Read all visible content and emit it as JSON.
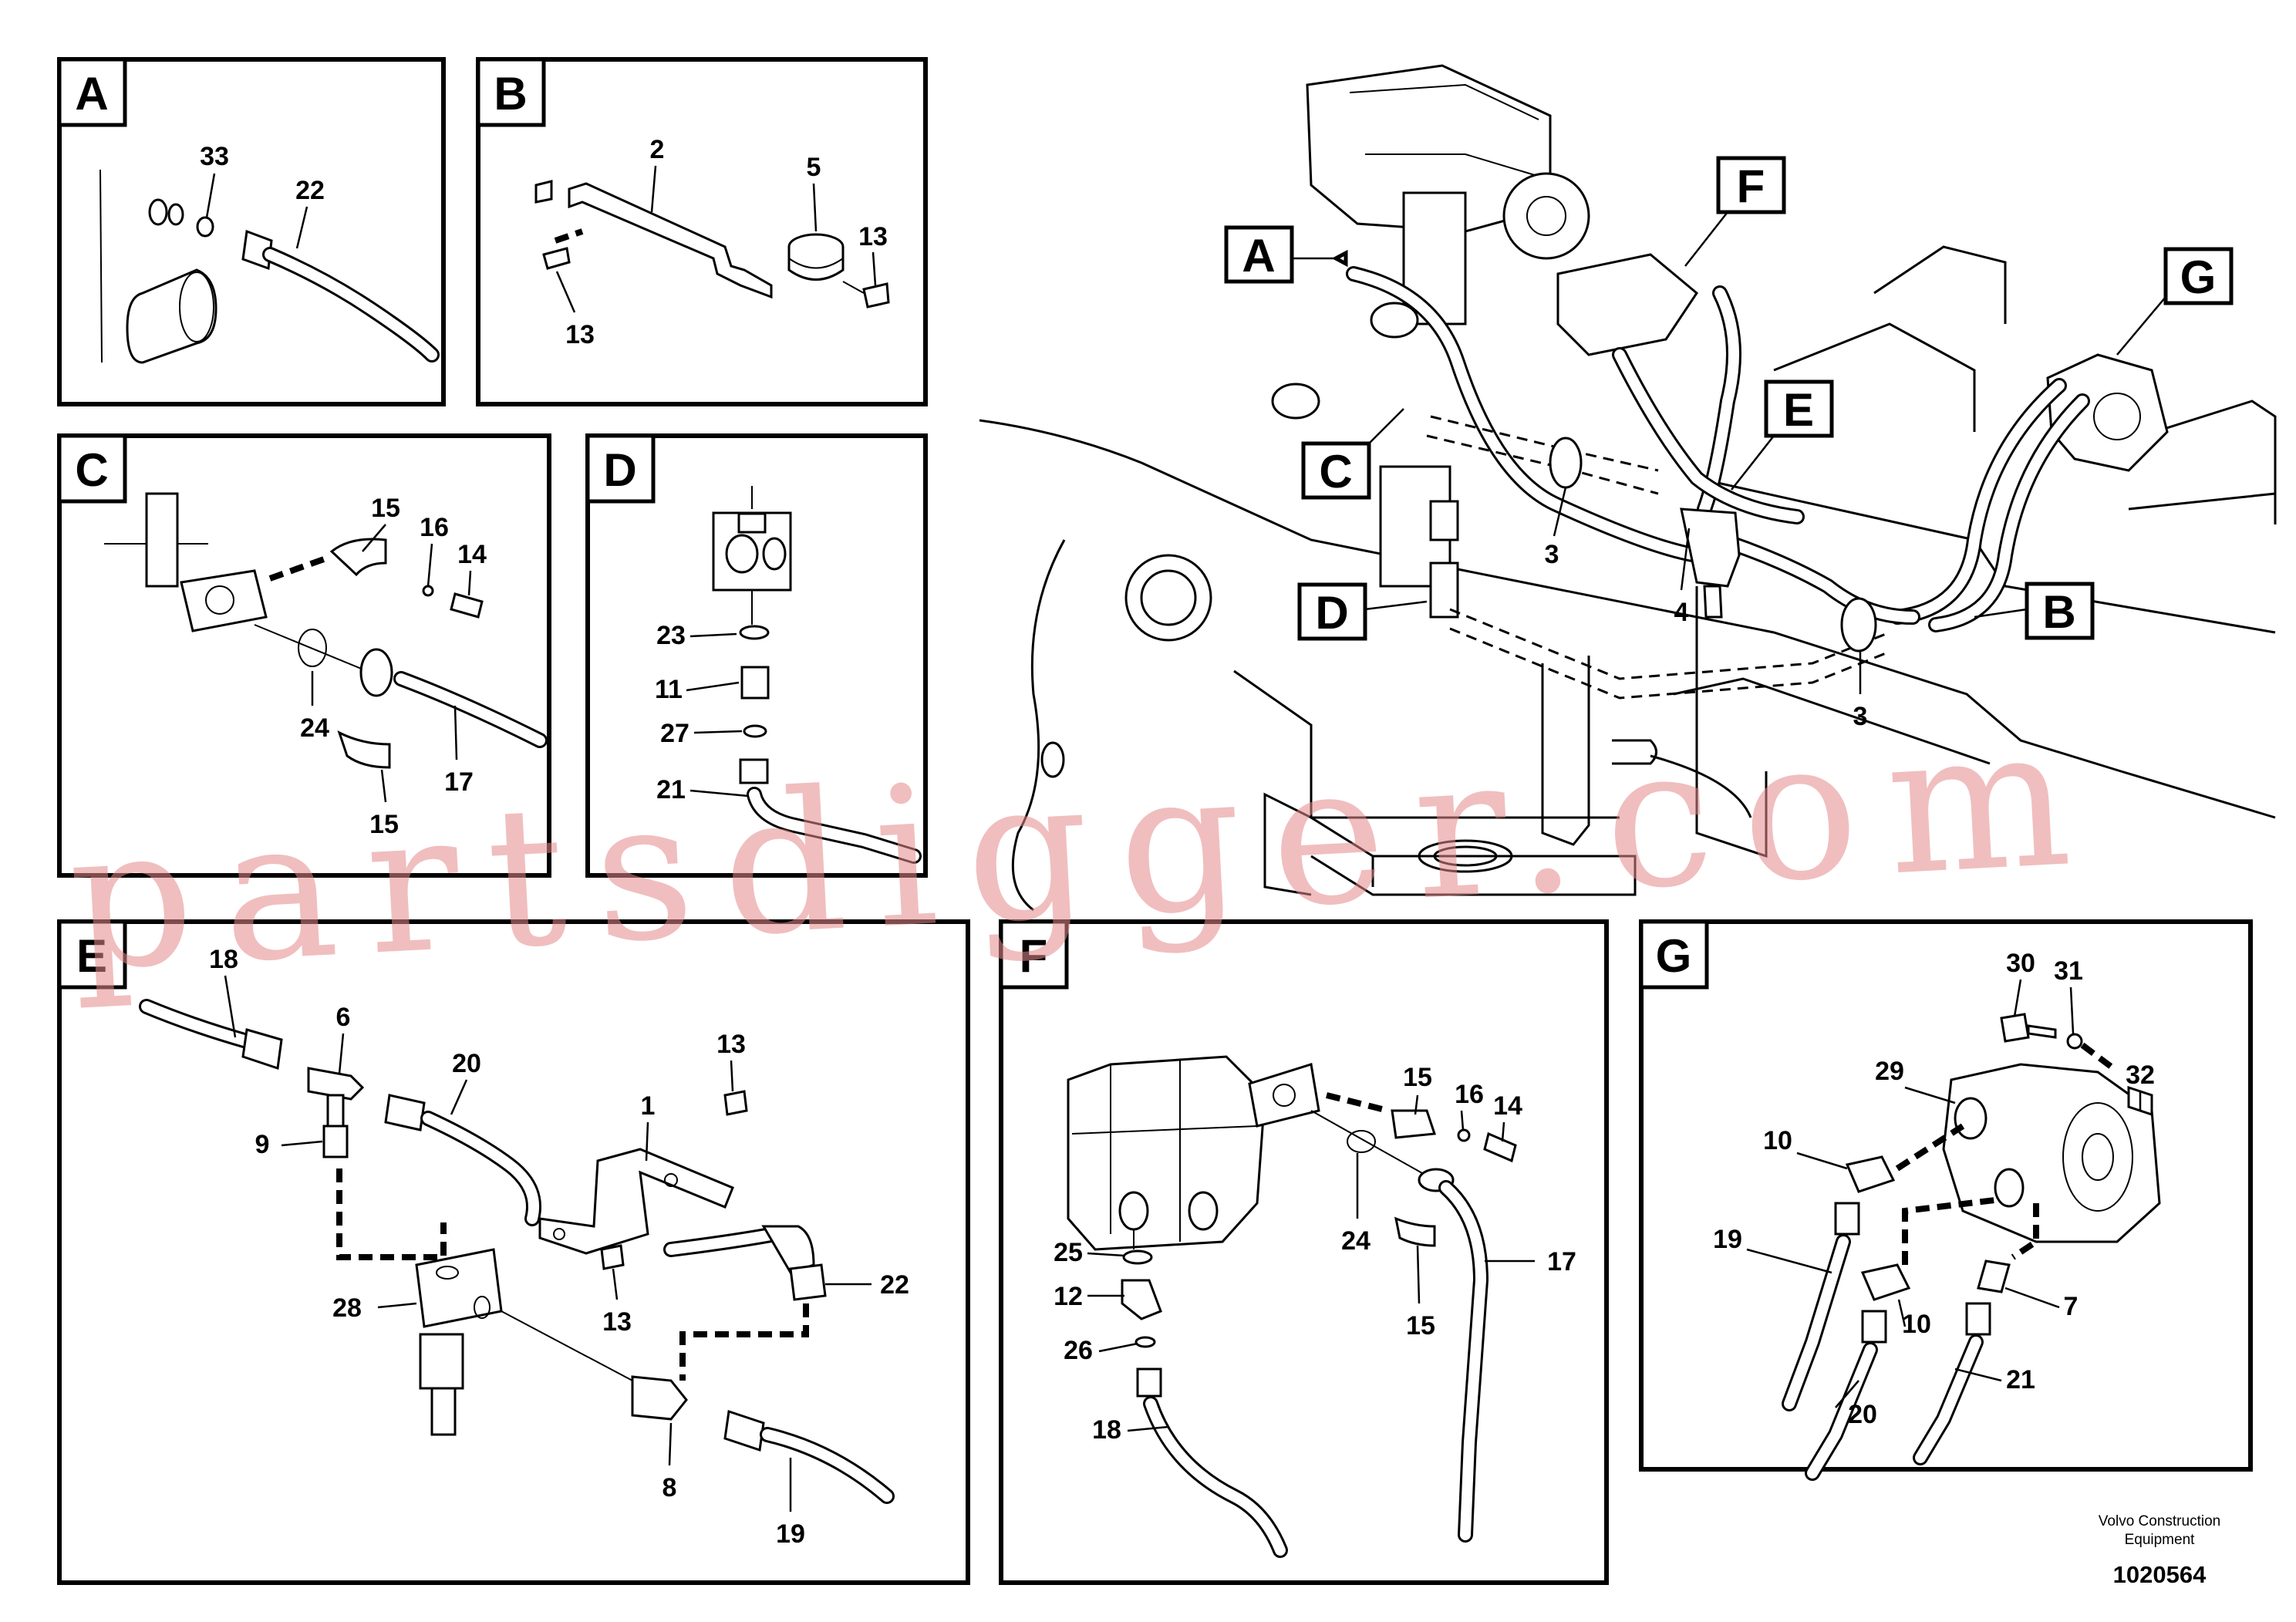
{
  "panels": {
    "a": {
      "tag": "A",
      "callouts": [
        "33",
        "22"
      ]
    },
    "b": {
      "tag": "B",
      "callouts": [
        "2",
        "5",
        "13",
        "13"
      ]
    },
    "c": {
      "tag": "C",
      "callouts": [
        "15",
        "16",
        "14",
        "24",
        "17",
        "15"
      ]
    },
    "d": {
      "tag": "D",
      "callouts": [
        "23",
        "11",
        "27",
        "21"
      ]
    },
    "e": {
      "tag": "E",
      "callouts": [
        "18",
        "6",
        "20",
        "1",
        "13",
        "9",
        "13",
        "22",
        "28",
        "8",
        "19"
      ]
    },
    "f": {
      "tag": "F",
      "callouts": [
        "15",
        "16",
        "14",
        "24",
        "17",
        "25",
        "12",
        "26",
        "18",
        "15"
      ]
    },
    "g": {
      "tag": "G",
      "callouts": [
        "30",
        "31",
        "29",
        "32",
        "10",
        "19",
        "10",
        "7",
        "20",
        "21"
      ]
    }
  },
  "overview": {
    "tags": [
      "A",
      "F",
      "G",
      "E",
      "C",
      "D",
      "B"
    ],
    "callouts": [
      "3",
      "4",
      "3"
    ]
  },
  "watermark": "partsdigger.com",
  "footer": {
    "brand_line1": "Volvo Construction",
    "brand_line2": "Equipment",
    "drawing_id": "1020564"
  },
  "colors": {
    "line": "#000000",
    "background": "#ffffff",
    "watermark": "#e58a8a"
  }
}
